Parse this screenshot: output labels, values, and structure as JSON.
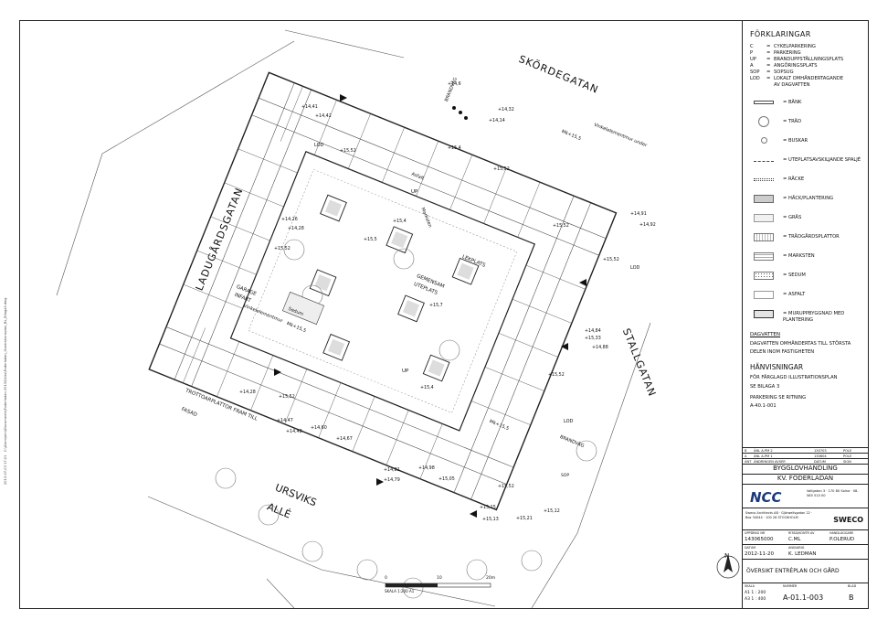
{
  "streets": {
    "north": "SKÖRDEGATAN",
    "west": "LADUGÅRDSGATAN",
    "east": "STALLGATAN",
    "south_1": "URSVIKS",
    "south_2": "ALLÉ"
  },
  "plan_labels": {
    "lekplats": "LEKPLATS",
    "gemensam": "GEMENSAM",
    "uteplats": "UTEPLATS",
    "marksten": "Marksten",
    "asfalt": "Asfalt",
    "up": "UP",
    "brandvag": "BRANDVÄG",
    "lod": "LOD",
    "sop": "SOP",
    "garage_1": "GARAGE",
    "garage_2": "INFART",
    "vinkelelementmur": "Vinkelelementmur",
    "vinkelelementmur_under": "Vinkelelementmur under",
    "sedum": "Sedum",
    "trottoar_1": "TROTTOARPLATTOR FRAM TILL",
    "trottoar_2": "FASAD",
    "mk_1": "Mk+15,5",
    "mk_2": "Mk+15,5",
    "mk_3": "Mk+15,5"
  },
  "levels": [
    "+14,41",
    "+14,42",
    "+14,6",
    "+14,14",
    "+14,32",
    "+15,52",
    "+15,52",
    "+15,4",
    "+14,26",
    "+14,28",
    "+15,52",
    "+15,5",
    "+15,4",
    "+15,7",
    "+15,52",
    "+15,52",
    "+14,91",
    "+14,92",
    "+14,84",
    "+15,52",
    "+14,28",
    "+15,52",
    "+14,47",
    "+14,42",
    "+14,60",
    "+14,67",
    "+15,4",
    "+14,98",
    "+15,05",
    "+15,52",
    "+14,81",
    "+14,79",
    "+15,15",
    "+15,13",
    "+15,21",
    "+15,12",
    "+14,88",
    "+15,33"
  ],
  "legend": {
    "title": "FÖRKLARINGAR",
    "abbreviations": [
      {
        "code": "C",
        "text": "CYKELPARKERING"
      },
      {
        "code": "P",
        "text": "PARKERING"
      },
      {
        "code": "UP",
        "text": "BRANDUPPSTÄLLNINGSPLATS"
      },
      {
        "code": "A",
        "text": "ANGÖRINGSPLATS"
      },
      {
        "code": "SOP",
        "text": "SOPSUG"
      },
      {
        "code": "LOD",
        "text": "LOKALT OMHÄNDERTAGANDE"
      },
      {
        "code": "",
        "text": "AV DAGVATTEN"
      }
    ],
    "symbols": [
      "BÄNK",
      "TRÄD",
      "BUSKAR",
      "UTEPLATSAVSKILJANDE SPALJÉ",
      "RÄCKE",
      "HÄCK/PLANTERING",
      "GRÄS",
      "TRÄDGÅRDSPLATTOR",
      "MARKSTEN",
      "SEDUM",
      "ASFALT",
      "MURUPPBYGGNAD MED PLANTERING"
    ],
    "dagvatten_title": "DAGVATTEN",
    "dagvatten_1": "DAGVATTEN OMHÄNDERTAS TILL STÖRSTA",
    "dagvatten_2": "DELEN INOM FASTIGHETEN",
    "ref_title": "HÄNVISNINGAR",
    "ref_1": "FÖR FÄRGLAGD ILLUSTRATIONSPLAN",
    "ref_2": "SE BILAGA 3",
    "ref_3": "PARKERING SE RITNING",
    "ref_4": "A-40.1-001"
  },
  "revisions": [
    {
      "rev": "B",
      "text": "ÄNL A-PM 2",
      "date": "130703",
      "by": "POLE"
    },
    {
      "rev": "A",
      "text": "ÄNL A-PM 1",
      "date": "130604",
      "by": "POLE"
    },
    {
      "rev": "ÄNT",
      "text": "ÄNDRINGEN AVSER",
      "date": "DATUM",
      "by": "SIGN"
    }
  ],
  "title_block": {
    "project_1": "BYGGLOVHANDLING",
    "project_2": "KV. FODERLADAN",
    "logo": "NCC",
    "ncc_addr": "Vallgatan 3 · 170 80 Solna · 08-585 510 00",
    "architect": "Sweco Architects AB · Gjörwellsgatan 22 · Box 34044 · 100 26 STOCKHOLM",
    "sweco": "SWECO",
    "uppdrag_label": "UPPDRAG NR",
    "uppdrag": "143065000",
    "ritat_label": "RITAD/KONTR AV",
    "ritat": "C.ML",
    "ansvarig_label": "HANDLÄGGARE",
    "ansvarig": "P.OLERUD",
    "datum_label": "DATUM",
    "datum": "2012-11-20",
    "ansv_label": "ANSVARIG",
    "ansv": "K. LEDMAN",
    "drawing_title": "ÖVERSIKT ENTRÉPLAN OCH GÅRD",
    "skala_label": "SKALA",
    "skala_1": "A1  1 : 200",
    "skala_2": "A3  1 : 400",
    "nummer_label": "NUMMER",
    "nummer": "A-01.1-003",
    "blad_label": "BLAD",
    "rev": "B"
  },
  "scale_bar": {
    "t0": "0",
    "t1": "10",
    "t2": "20m",
    "caption": "SKALA 1:200 A1"
  },
  "north": "N",
  "side_text": "C:\\Users\\ulm\\Documents\\Foderladan 2013\\Skiss\\Foderladan_illustrationsplan_BL_Bilaga3.dwg",
  "side_date": "2013-07-03 17:21",
  "colors": {
    "line": "#222222",
    "light": "#888888",
    "paper": "#ffffff"
  }
}
